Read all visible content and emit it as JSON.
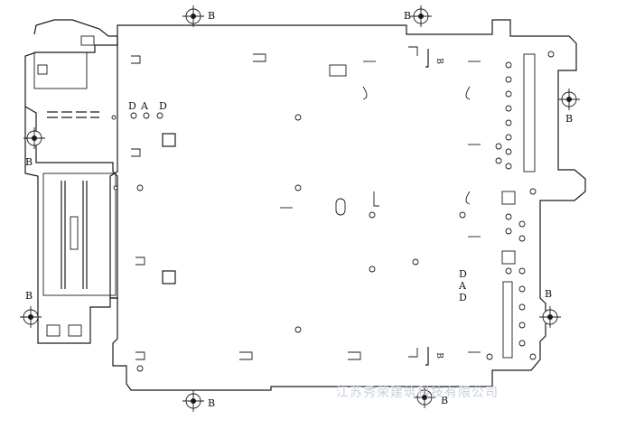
{
  "labels": {
    "b_mark": "B",
    "a_mark": "A",
    "d_mark": "D"
  },
  "watermark": "江苏秀荣建筑科技有限公司"
}
